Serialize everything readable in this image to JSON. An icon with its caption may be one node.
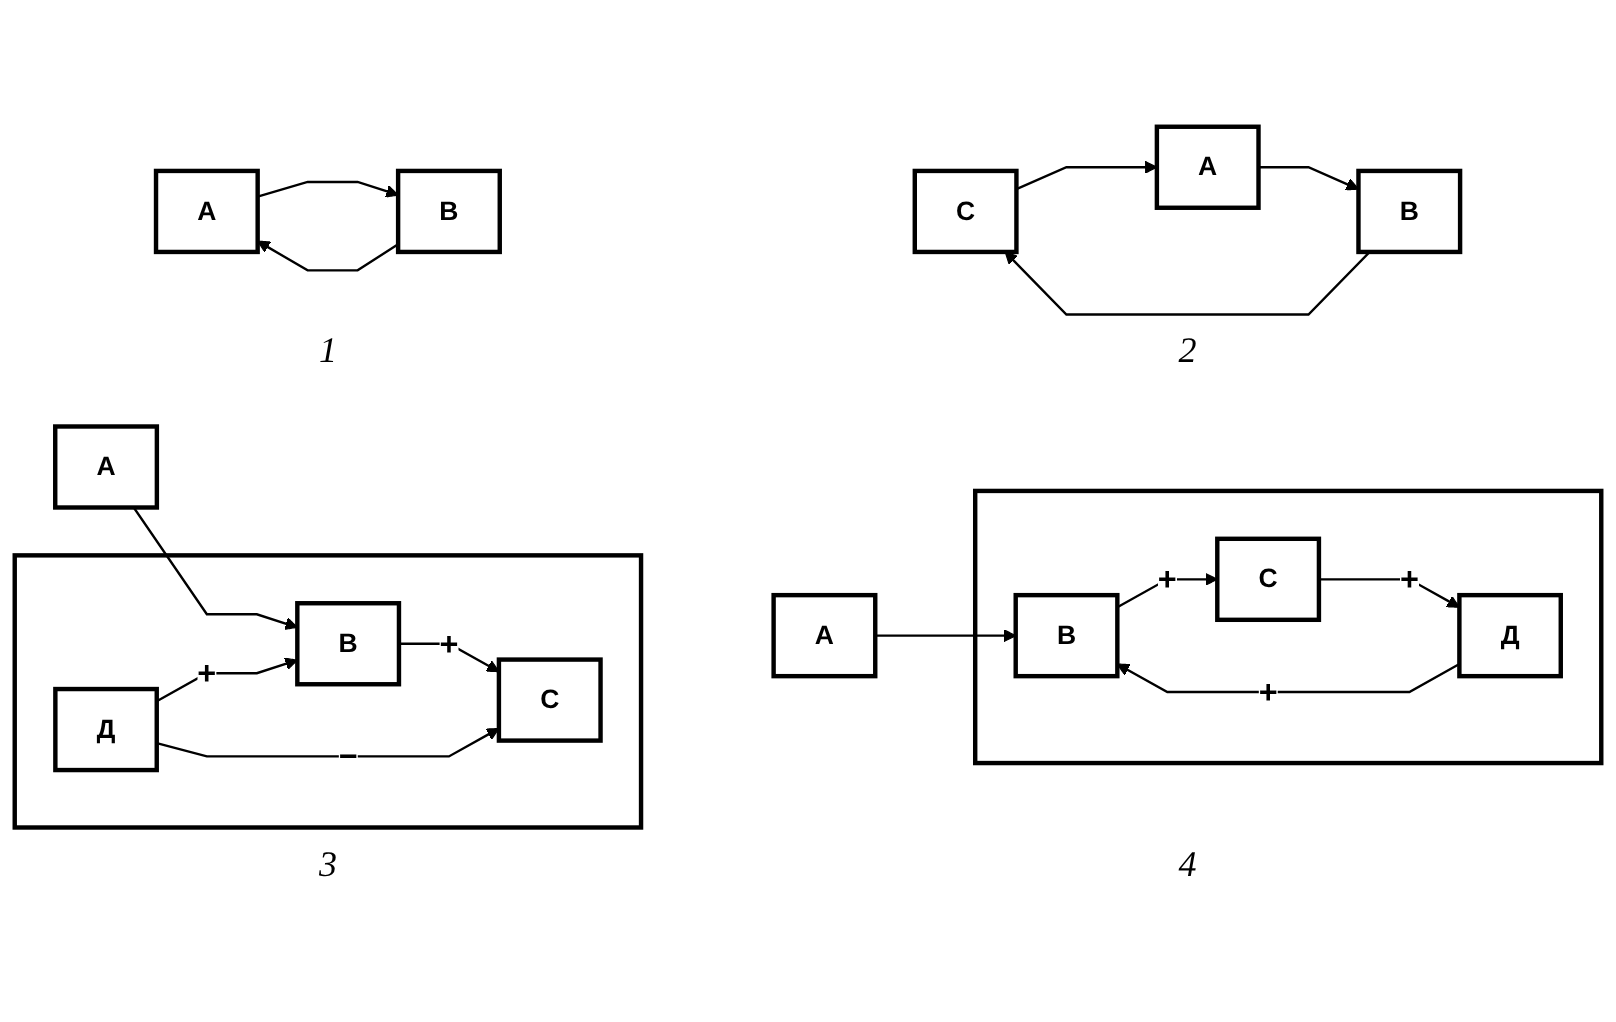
{
  "diagram": {
    "nodes": [
      {
        "text": [
          "А"
        ]
      },
      {
        "text": [
          "В"
        ]
      },
      {
        "text": [
          "С"
        ]
      },
      {
        "text": [
          "А"
        ]
      },
      {
        "text": [
          "В"
        ]
      },
      {
        "text": [
          "А"
        ]
      },
      {
        "text": [],
        "shape": "box"
      },
      {
        "text": [
          "В"
        ],
        "in": 6
      },
      {
        "text": [
          "С"
        ],
        "in": 6
      },
      {
        "text": [
          "Д"
        ],
        "in": 6
      },
      {
        "text": [
          "А"
        ]
      },
      {
        "text": [],
        "shape": "box"
      },
      {
        "text": [
          "В"
        ],
        "in": 11
      },
      {
        "text": [
          "С"
        ],
        "in": 11
      },
      {
        "text": [
          "Д"
        ],
        "in": 11
      }
    ],
    "edges": [
      {
        "from": 0,
        "to": 1,
        "arrow": "to"
      },
      {
        "from": 1,
        "to": 0,
        "arrow": "to"
      },
      {
        "from": 2,
        "to": 3,
        "arrow": "to"
      },
      {
        "from": 3,
        "to": 4,
        "arrow": "to"
      },
      {
        "from": 4,
        "to": 2,
        "arrow": "to"
      },
      {
        "from": 5,
        "to": 7,
        "arrow": "to"
      },
      {
        "from": 7,
        "to": 8,
        "arrow": "to",
        "label": "+"
      },
      {
        "from": 9,
        "to": 7,
        "arrow": "to",
        "label": "+"
      },
      {
        "from": 9,
        "to": 8,
        "arrow": "to",
        "label": "−"
      },
      {
        "from": 10,
        "to": 12,
        "arrow": "to"
      },
      {
        "from": 12,
        "to": 13,
        "arrow": "to",
        "label": "+"
      },
      {
        "from": 13,
        "to": 14,
        "arrow": "to",
        "label": "+"
      },
      {
        "from": 14,
        "to": 12,
        "arrow": "to",
        "label": "+"
      }
    ],
    "labels": [
      "1",
      "2",
      "3",
      "4"
    ]
  }
}
